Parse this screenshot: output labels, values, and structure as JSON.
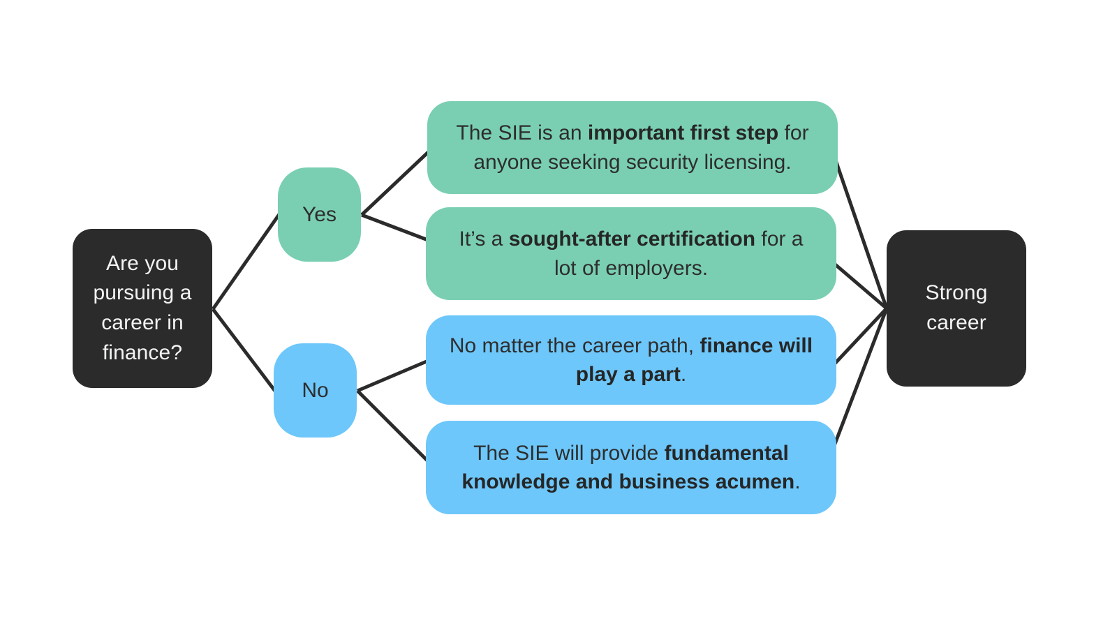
{
  "diagram": {
    "title": "SIE career decision flowchart",
    "background_color": "#ffffff",
    "line_color": "#2b2b2b",
    "colors": {
      "dark_node": "#2b2b2b",
      "dark_node_text": "#f2f4f3",
      "green": "#7ACFB3",
      "blue": "#6DC7FA",
      "body_text": "#2d2d2d"
    }
  },
  "root": {
    "label": "Are you pursuing a career in finance?"
  },
  "decisions": [
    {
      "id": "yes",
      "label": "Yes",
      "color": "#7ACFB3"
    },
    {
      "id": "no",
      "label": "No",
      "color": "#6DC7FA"
    }
  ],
  "bubbles": [
    {
      "id": "bubble-1",
      "branch": "yes",
      "color": "#7ACFB3",
      "parts": [
        {
          "text": "The SIE is an ",
          "bold": false
        },
        {
          "text": "important first step",
          "bold": true
        },
        {
          "text": " for anyone seeking security licensing.",
          "bold": false
        }
      ],
      "plain": "The SIE is an important first step for anyone seeking security licensing."
    },
    {
      "id": "bubble-2",
      "branch": "yes",
      "color": "#7ACFB3",
      "parts": [
        {
          "text": "It’s a ",
          "bold": false
        },
        {
          "text": "sought-after certification",
          "bold": true
        },
        {
          "text": " for a lot of employers.",
          "bold": false
        }
      ],
      "plain": "It’s a sought-after certification for a lot of employers."
    },
    {
      "id": "bubble-3",
      "branch": "no",
      "color": "#6DC7FA",
      "parts": [
        {
          "text": "No matter the career path, ",
          "bold": false
        },
        {
          "text": "finance will play a part",
          "bold": true
        },
        {
          "text": ".",
          "bold": false
        }
      ],
      "plain": "No matter the career path, finance will play a part."
    },
    {
      "id": "bubble-4",
      "branch": "no",
      "color": "#6DC7FA",
      "parts": [
        {
          "text": "The SIE will provide ",
          "bold": false
        },
        {
          "text": "fundamental knowledge and business acumen",
          "bold": true
        },
        {
          "text": ".",
          "bold": false
        }
      ],
      "plain": "The SIE will provide fundamental knowledge and business acumen."
    }
  ],
  "outcome": {
    "label": "Strong career"
  }
}
